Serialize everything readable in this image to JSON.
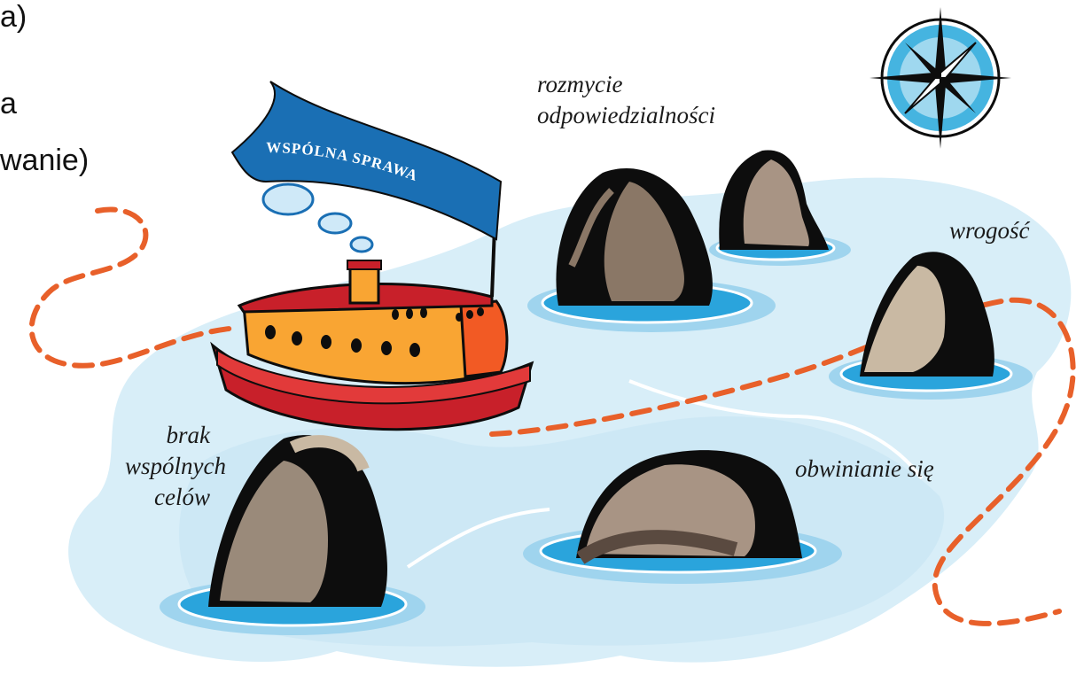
{
  "slide_text": {
    "line1_fragment": "a)",
    "line2_fragment": "a",
    "line3_fragment": "wanie)"
  },
  "flag": {
    "text": "WSPÓLNA SPRAWA"
  },
  "obstacles": {
    "rozmycie": "rozmycie\nodpowiedzialności",
    "wrogosc": "wrogość",
    "brak": "brak\nwspólnych\ncelów",
    "obwinianie": "obwinianie się"
  },
  "colors": {
    "sea": "#d8eef8",
    "water": "#2aa4dc",
    "route": "#e8602a",
    "flag": "#1a6fb4",
    "ship_hull": "#c8202a",
    "ship_body": "#f9a533",
    "compass_ring": "#45b4e0"
  },
  "icons": [
    "compass-icon",
    "ship-icon",
    "rock-icon",
    "cloud-icon"
  ]
}
